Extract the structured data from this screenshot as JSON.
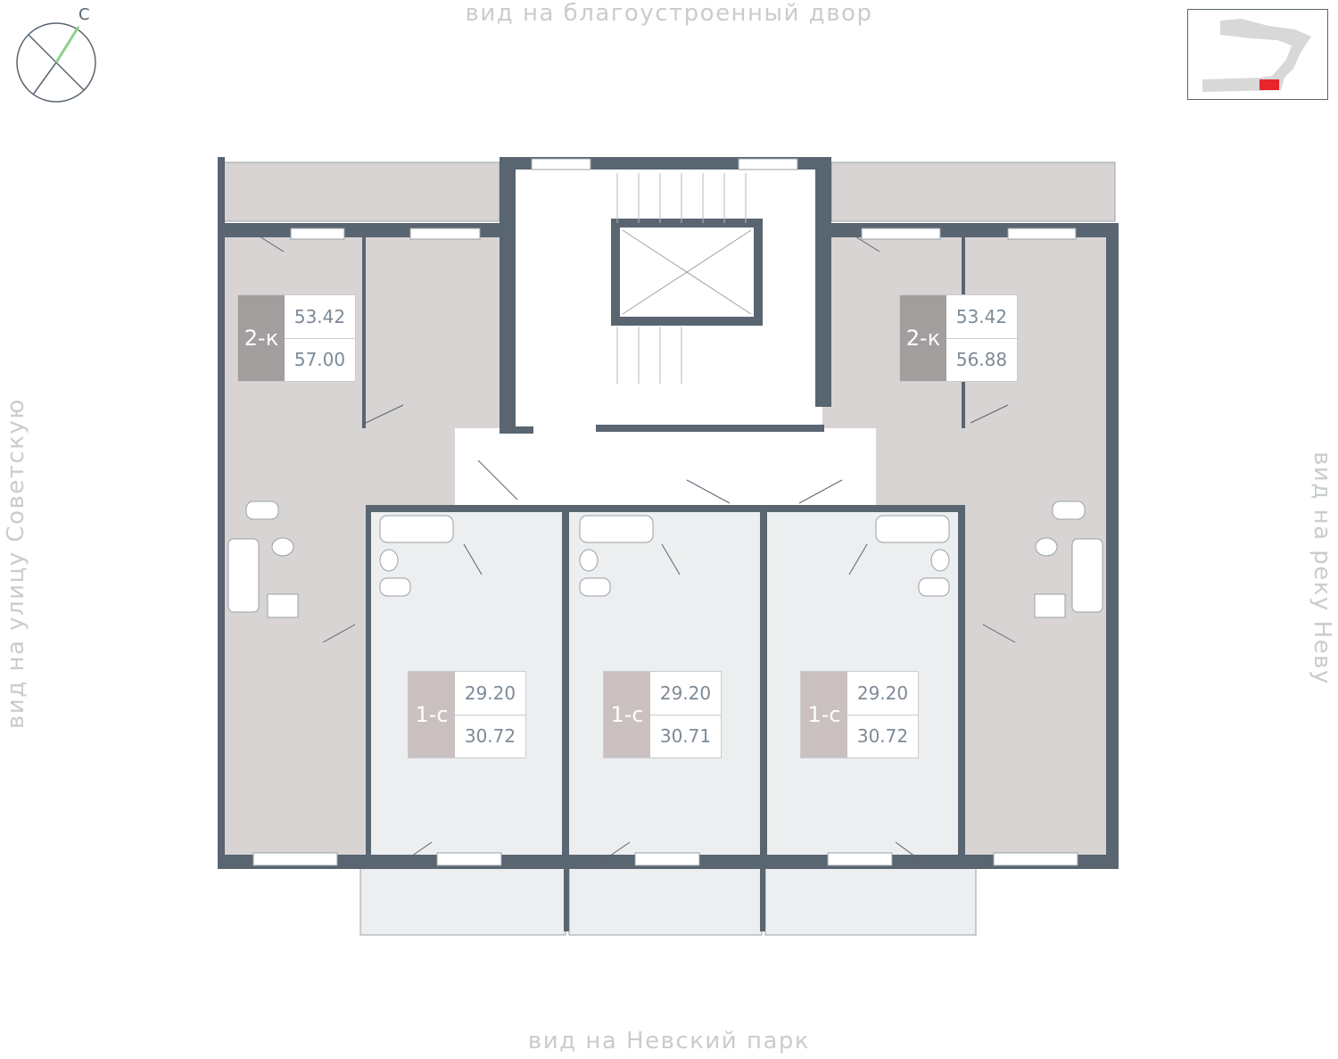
{
  "views": {
    "top": "вид на благоустроенный двор",
    "bottom": "вид на Невский парк",
    "left": "вид на улицу Советскую",
    "right": "вид на реку Неву"
  },
  "compass": {
    "north_letter": "С",
    "accent_color": "#8fcf8a"
  },
  "colors": {
    "wall": "#596570",
    "apartment_2k_fill": "#d8d4d4",
    "apartment_1c_fill": "#eceeef",
    "balcony_fill": "#d8d4d4",
    "minimap_highlight": "#e8242c",
    "minimap_building": "#d8d8d8"
  },
  "apartments": [
    {
      "type": "2-к",
      "area_living": "53.42",
      "area_total": "57.00"
    },
    {
      "type": "2-к",
      "area_living": "53.42",
      "area_total": "56.88"
    },
    {
      "type": "1-с",
      "area_living": "29.20",
      "area_total": "30.72"
    },
    {
      "type": "1-с",
      "area_living": "29.20",
      "area_total": "30.71"
    },
    {
      "type": "1-с",
      "area_living": "29.20",
      "area_total": "30.72"
    }
  ]
}
